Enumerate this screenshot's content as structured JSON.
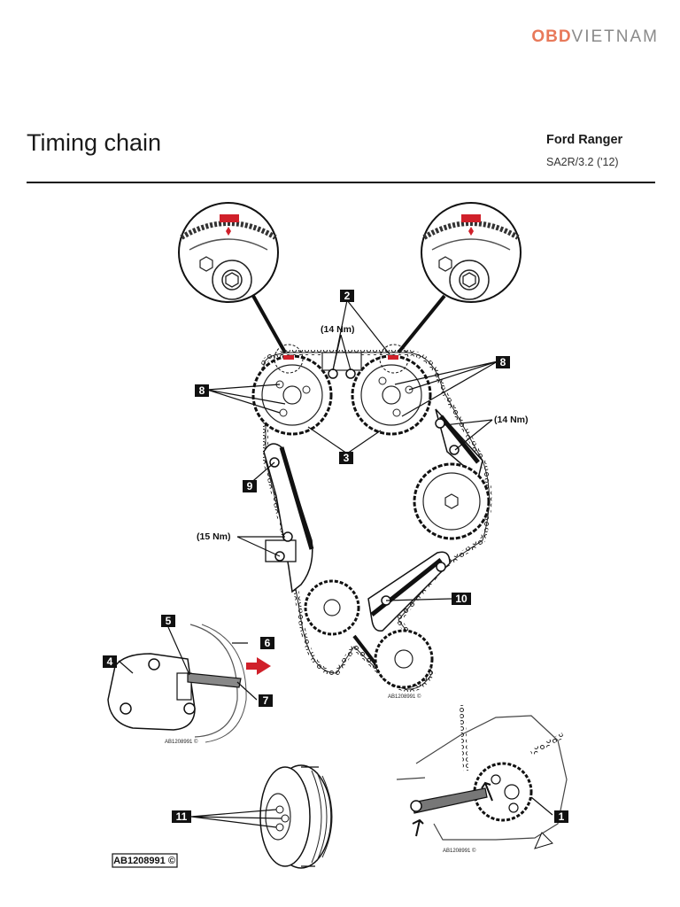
{
  "header": {
    "logo_obd": "OBD",
    "logo_viet": "VIETNAM",
    "title": "Timing chain",
    "vehicle": "Ford Ranger",
    "engine": "SA2R/3.2 ('12)"
  },
  "callouts": {
    "c1": "1",
    "c2": "2",
    "c3": "3",
    "c4": "4",
    "c5": "5",
    "c6": "6",
    "c7": "7",
    "c8a": "8",
    "c8b": "8",
    "c9": "9",
    "c10": "10",
    "c11": "11"
  },
  "torques": {
    "guides_top": "(14 Nm)",
    "tensioner_right": "(14 Nm)",
    "guide_left": "(15 Nm)"
  },
  "refs": {
    "main": "AB1208991 ©",
    "tensioner": "AB1208991 ©",
    "pulley": "AB1208991 ©",
    "locking": "AB1208991 ©"
  },
  "colors": {
    "marker_red": "#d0202a",
    "logo_orange": "#e8795a",
    "line": "#111111"
  }
}
